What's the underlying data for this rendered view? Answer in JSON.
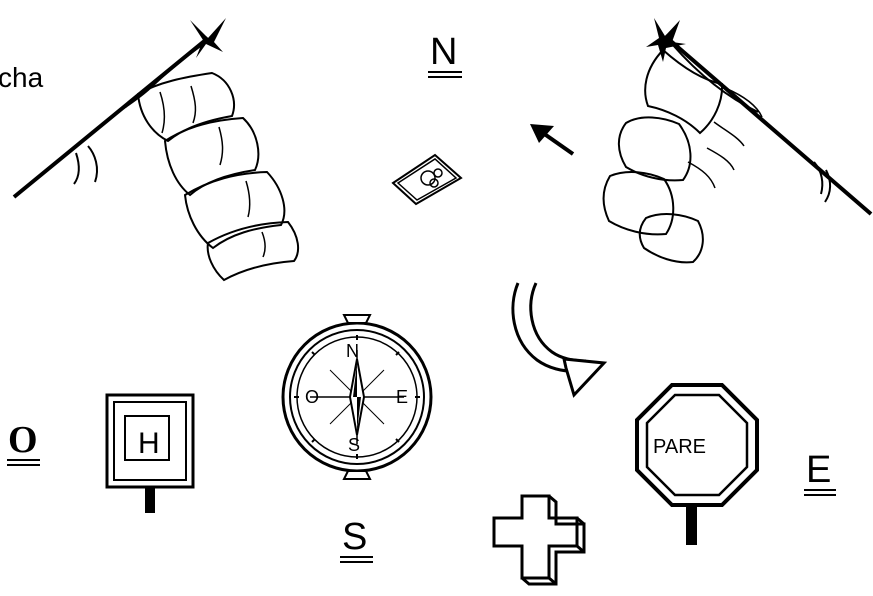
{
  "cardinal": {
    "north": "N",
    "south": "S",
    "east": "E",
    "west": "O"
  },
  "compass": {
    "north": "N",
    "south": "S",
    "east": "E",
    "west": "O"
  },
  "signs": {
    "hospital": "H",
    "stop": "PARE"
  },
  "fragment": "cha",
  "icons": [
    "hanging-cloth-left-icon",
    "hanging-cloth-right-icon",
    "stamp-icon",
    "small-arrow-icon",
    "curved-arrow-icon",
    "compass-icon",
    "hospital-sign-icon",
    "stop-sign-icon",
    "cross-icon"
  ]
}
